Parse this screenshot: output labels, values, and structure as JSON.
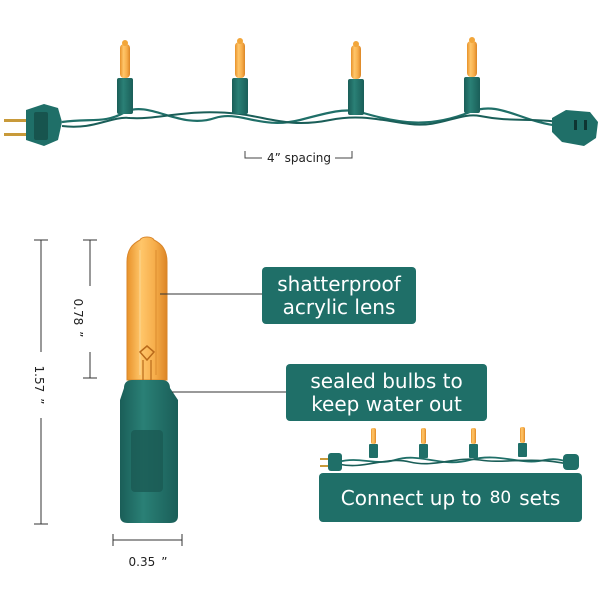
{
  "top_strand": {
    "spacing_label": "4” spacing"
  },
  "dimensions": {
    "total_height": "1.57",
    "lens_height": "0.78",
    "width": "0.35",
    "inch_mark": "”"
  },
  "features": {
    "lens_line1": "shatterproof",
    "lens_line2": "acrylic lens",
    "sealed_line1": "sealed bulbs to",
    "sealed_line2": "keep water out",
    "connect_text": "Connect up to",
    "connect_count": "80",
    "connect_unit": "sets"
  },
  "colors": {
    "cord_green": "#1f6f68",
    "bulb_amber": "#f2a63a",
    "badge_teal": "#1f6f68"
  }
}
